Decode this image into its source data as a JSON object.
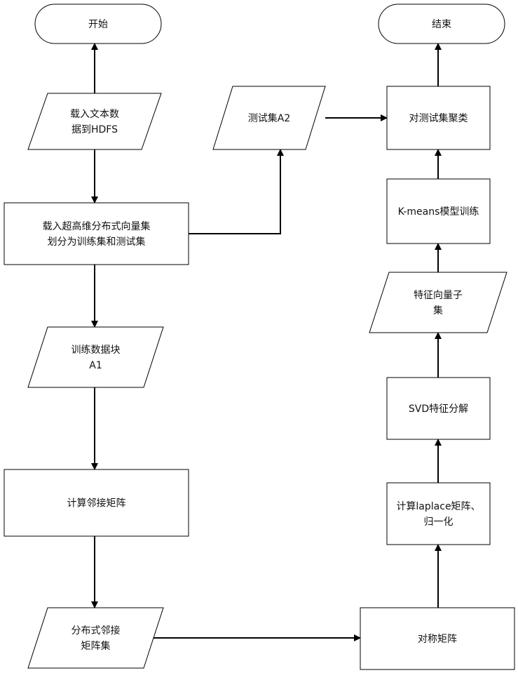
{
  "nodes": {
    "start": {
      "lines": [
        "开始"
      ],
      "shape": "terminator"
    },
    "load": {
      "lines": [
        "载入文本数",
        "据到HDFS"
      ],
      "shape": "data"
    },
    "split": {
      "lines": [
        "载入超高维分布式向量集",
        "划分为训练集和测试集"
      ],
      "shape": "process"
    },
    "train": {
      "lines": [
        "训练数据块",
        "A1"
      ],
      "shape": "data"
    },
    "adj": {
      "lines": [
        "计算邻接矩阵"
      ],
      "shape": "process"
    },
    "dist": {
      "lines": [
        "分布式邻接",
        "矩阵集"
      ],
      "shape": "data"
    },
    "sym": {
      "lines": [
        "对称矩阵"
      ],
      "shape": "process"
    },
    "lap": {
      "lines": [
        "计算laplace矩阵、",
        "归一化"
      ],
      "shape": "process"
    },
    "svd": {
      "lines": [
        "SVD特征分解"
      ],
      "shape": "process"
    },
    "feat": {
      "lines": [
        "特征向量子",
        "集"
      ],
      "shape": "data"
    },
    "kmeans": {
      "lines": [
        "K-means模型训练"
      ],
      "shape": "process"
    },
    "cluster": {
      "lines": [
        "对测试集聚类"
      ],
      "shape": "process"
    },
    "test": {
      "lines": [
        "测试集A2"
      ],
      "shape": "data"
    },
    "end": {
      "lines": [
        "结束"
      ],
      "shape": "terminator"
    }
  },
  "edges": [
    {
      "from": "load",
      "to": "start"
    },
    {
      "from": "load",
      "to": "split"
    },
    {
      "from": "split",
      "to": "train"
    },
    {
      "from": "split",
      "to": "test"
    },
    {
      "from": "train",
      "to": "adj"
    },
    {
      "from": "adj",
      "to": "dist"
    },
    {
      "from": "dist",
      "to": "sym"
    },
    {
      "from": "sym",
      "to": "lap"
    },
    {
      "from": "lap",
      "to": "svd"
    },
    {
      "from": "svd",
      "to": "feat"
    },
    {
      "from": "feat",
      "to": "kmeans"
    },
    {
      "from": "kmeans",
      "to": "cluster"
    },
    {
      "from": "test",
      "to": "cluster"
    },
    {
      "from": "cluster",
      "to": "end"
    }
  ]
}
